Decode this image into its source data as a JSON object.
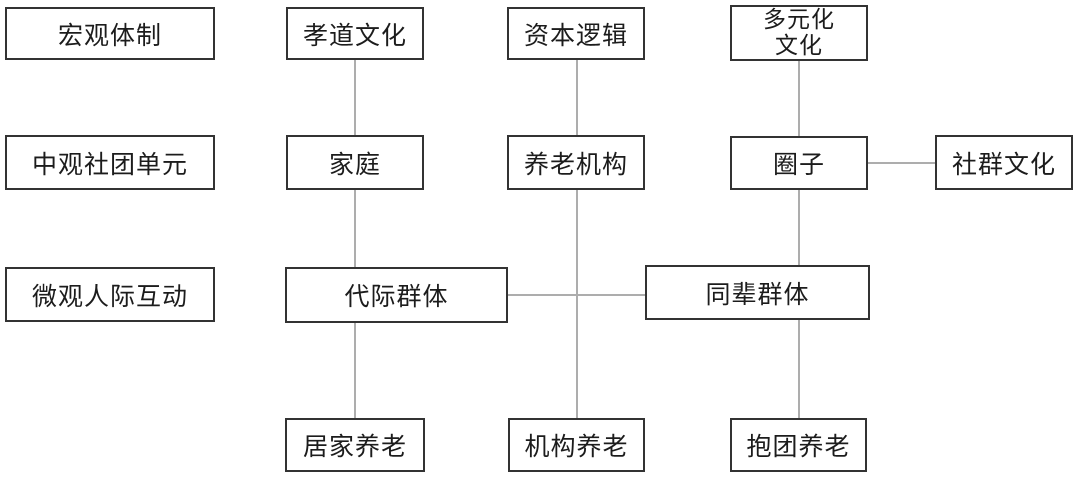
{
  "diagram": {
    "description": "Three-level structure diagram of elderly-care models",
    "rows": {
      "row1_level": "macro",
      "row2_level": "meso",
      "row3_level": "micro"
    },
    "nodes": {
      "macro_system": {
        "label": "宏观体制"
      },
      "filial_culture": {
        "label": "孝道文化"
      },
      "capital_logic": {
        "label": "资本逻辑"
      },
      "diverse_culture": {
        "label": "多元化\n文化"
      },
      "meso_unit": {
        "label": "中观社团单元"
      },
      "family": {
        "label": "家庭"
      },
      "care_institution": {
        "label": "养老机构"
      },
      "circle": {
        "label": "圈子"
      },
      "community_culture": {
        "label": "社群文化"
      },
      "micro_interaction": {
        "label": "微观人际互动"
      },
      "intergenerational_group": {
        "label": "代际群体"
      },
      "peer_group": {
        "label": "同辈群体"
      },
      "home_care": {
        "label": "居家养老"
      },
      "institutional_care": {
        "label": "机构养老"
      },
      "group_care": {
        "label": "抱团养老"
      }
    },
    "edges": [
      {
        "from": "filial_culture",
        "to": "family"
      },
      {
        "from": "family",
        "to": "intergenerational_group"
      },
      {
        "from": "intergenerational_group",
        "to": "home_care"
      },
      {
        "from": "capital_logic",
        "to": "care_institution"
      },
      {
        "from": "care_institution",
        "to": "institutional_care"
      },
      {
        "from": "diverse_culture",
        "to": "circle"
      },
      {
        "from": "circle",
        "to": "community_culture"
      },
      {
        "from": "circle",
        "to": "peer_group"
      },
      {
        "from": "peer_group",
        "to": "group_care"
      },
      {
        "from": "intergenerational_group",
        "to": "peer_group"
      }
    ],
    "colors": {
      "box_border": "#333333",
      "connector": "#adadad",
      "text": "#1c1c1c",
      "background": "#ffffff"
    }
  }
}
